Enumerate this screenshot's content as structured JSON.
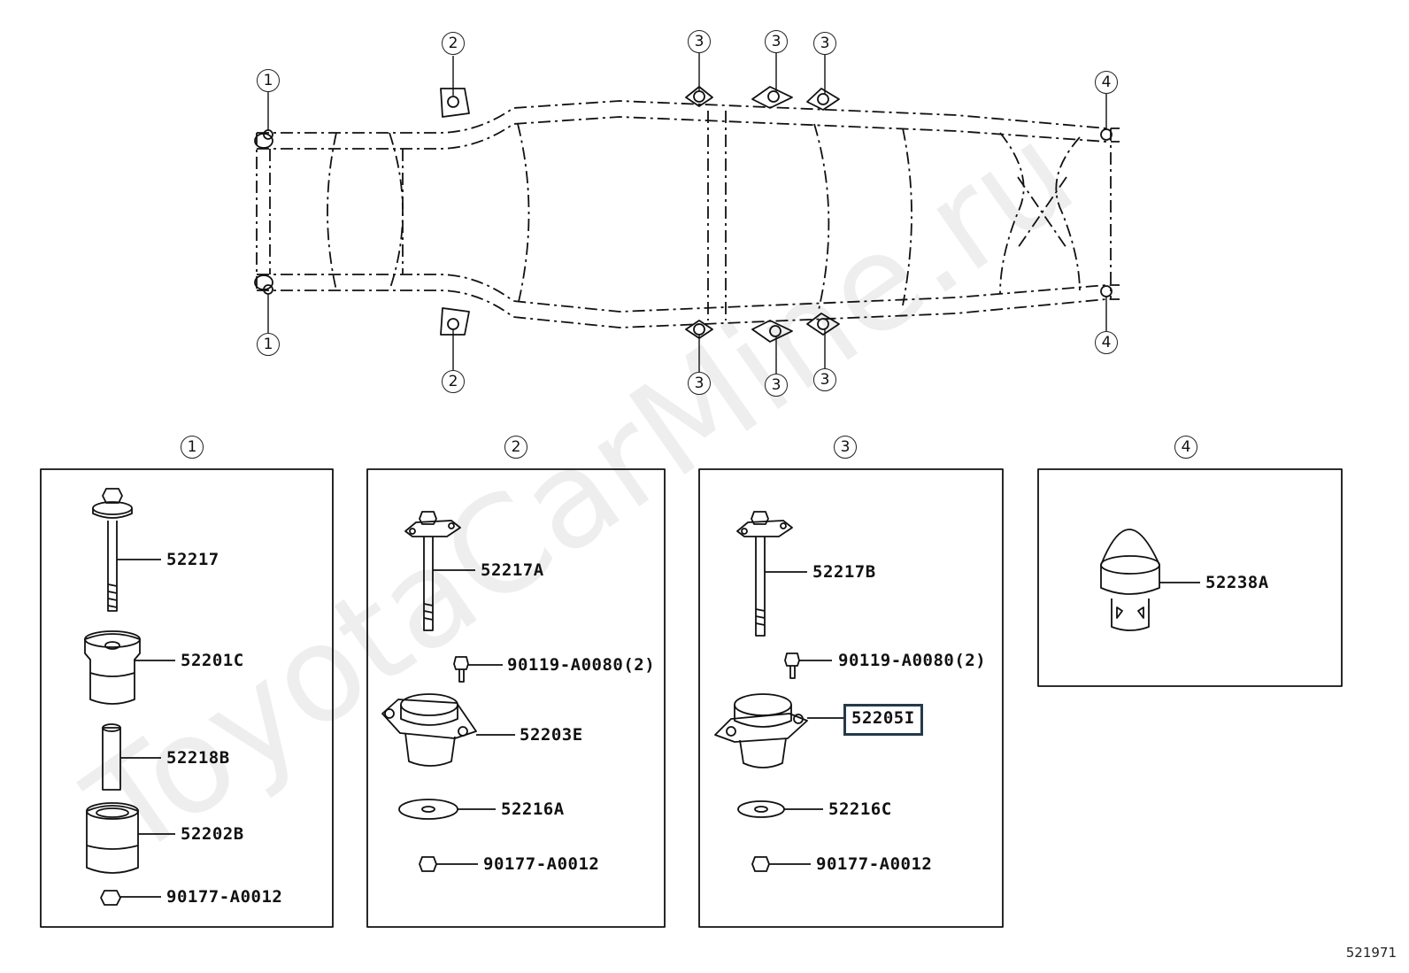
{
  "watermark": "ToyotaCarMine.ru",
  "diagram_ref": "521971",
  "callouts": {
    "c1": "1",
    "c2": "2",
    "c3": "3",
    "c4": "4"
  },
  "panels": [
    {
      "number": "1",
      "parts": [
        "52217",
        "52201C",
        "52218B",
        "52202B",
        "90177-A0012"
      ]
    },
    {
      "number": "2",
      "parts": [
        "52217A",
        "90119-A0080(2)",
        "52203E",
        "52216A",
        "90177-A0012"
      ]
    },
    {
      "number": "3",
      "parts": [
        "52217B",
        "90119-A0080(2)",
        "52205I",
        "52216C",
        "90177-A0012"
      ]
    },
    {
      "number": "4",
      "parts": [
        "52238A"
      ]
    }
  ],
  "colors": {
    "line": "#111111",
    "highlight": "#243a4a",
    "watermark": "#eeeeee"
  }
}
